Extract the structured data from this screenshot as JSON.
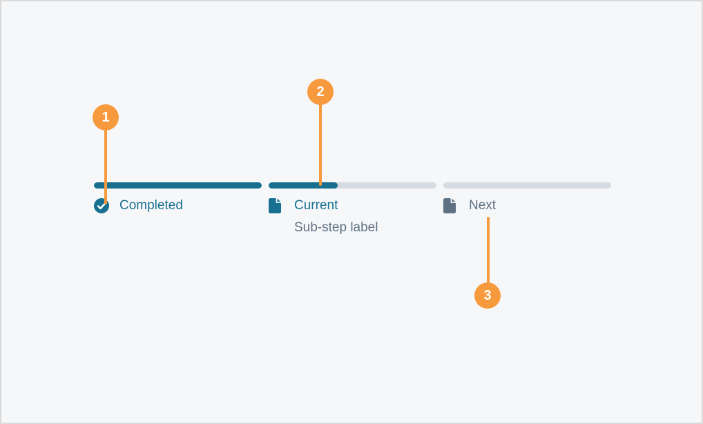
{
  "component": {
    "steps": [
      {
        "label": "Completed",
        "state": "completed",
        "icon": "check-circle-icon",
        "progress_percent": 100
      },
      {
        "label": "Current",
        "state": "current",
        "icon": "document-icon",
        "progress_percent": 41,
        "sub_step_label": "Sub-step label"
      },
      {
        "label": "Next",
        "state": "upcoming",
        "icon": "document-icon",
        "progress_percent": 0
      }
    ]
  },
  "callouts": [
    {
      "number": "1",
      "points_to": "completed step icon"
    },
    {
      "number": "2",
      "points_to": "current step progress bar"
    },
    {
      "number": "3",
      "points_to": "next step label"
    }
  ],
  "colors": {
    "step_active": "#17708f",
    "step_track": "#d6dce2",
    "step_upcoming_text": "#5e7283",
    "callout_orange": "#f79a3d",
    "background": "#f6f7f9",
    "border": "#d9d9d9"
  }
}
